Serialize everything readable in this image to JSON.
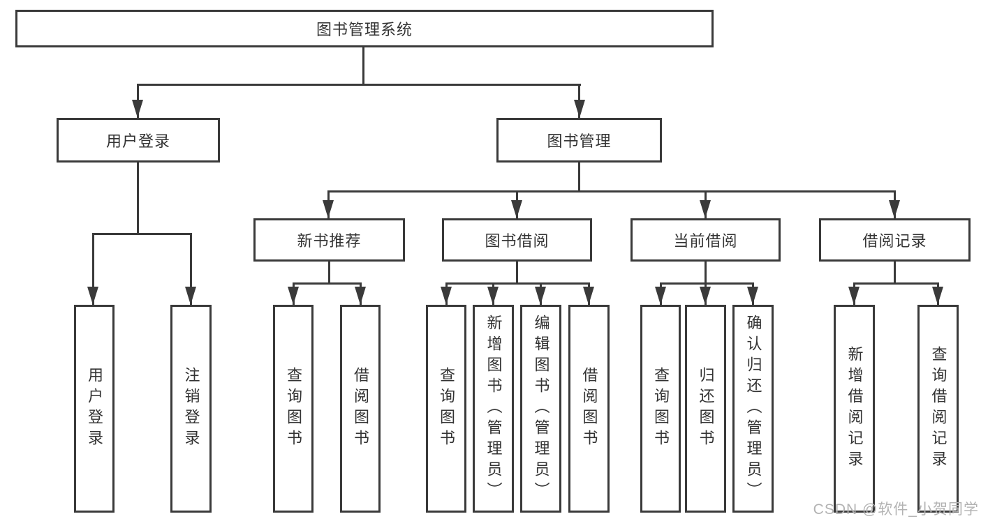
{
  "diagram": {
    "root": {
      "label": "图书管理系统"
    },
    "level2": [
      {
        "label": "用户登录"
      },
      {
        "label": "图书管理"
      }
    ],
    "level3": [
      {
        "label": "新书推荐"
      },
      {
        "label": "图书借阅"
      },
      {
        "label": "当前借阅"
      },
      {
        "label": "借阅记录"
      }
    ],
    "leaves": [
      {
        "label": "用户登录"
      },
      {
        "label": "注销登录"
      },
      {
        "label": "查询图书"
      },
      {
        "label": "借阅图书"
      },
      {
        "label": "查询图书"
      },
      {
        "label": "新增图书（管理员）"
      },
      {
        "label": "编辑图书（管理员）"
      },
      {
        "label": "借阅图书"
      },
      {
        "label": "查询图书"
      },
      {
        "label": "归还图书"
      },
      {
        "label": "确认归还（管理员）"
      },
      {
        "label": "新增借阅记录"
      },
      {
        "label": "查询借阅记录"
      }
    ],
    "colors": {
      "line": "#3a3a3a",
      "text": "#333333",
      "background": "#ffffff",
      "watermark": "#b3b3b3"
    }
  },
  "watermark": {
    "text": "CSDN @软件_小贺同学"
  }
}
